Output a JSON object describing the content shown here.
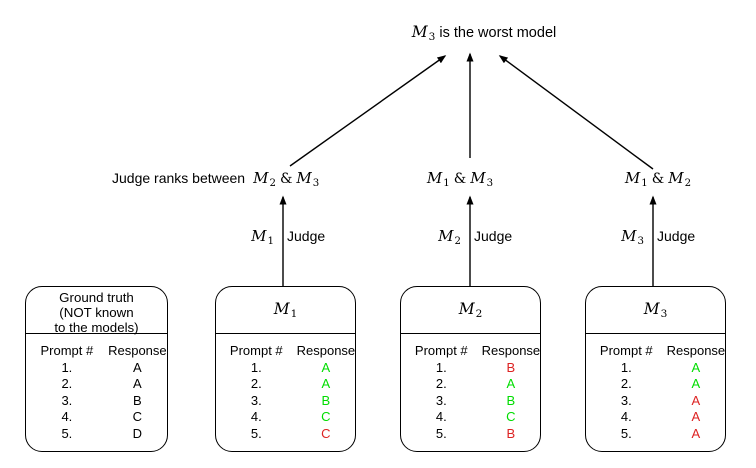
{
  "colors": {
    "correct": "#00dd00",
    "incorrect": "#dd2222",
    "neutral": "#000000"
  },
  "conclusion": {
    "model": "M",
    "model_sub": "3",
    "text": "is the worst model"
  },
  "comparisons": [
    {
      "prefix": "Judge ranks between",
      "model_a": "M",
      "sub_a": "2",
      "amp": "&",
      "model_b": "M",
      "sub_b": "3"
    },
    {
      "prefix": "",
      "model_a": "M",
      "sub_a": "1",
      "amp": "&",
      "model_b": "M",
      "sub_b": "3"
    },
    {
      "prefix": "",
      "model_a": "M",
      "sub_a": "1",
      "amp": "&",
      "model_b": "M",
      "sub_b": "2"
    }
  ],
  "judges": [
    {
      "model": "M",
      "sub": "1",
      "label": "Judge"
    },
    {
      "model": "M",
      "sub": "2",
      "label": "Judge"
    },
    {
      "model": "M",
      "sub": "3",
      "label": "Judge"
    }
  ],
  "boxes": {
    "ground_truth": {
      "title_lines": [
        "Ground truth",
        "(NOT known",
        "to the models)"
      ],
      "col_prompt": "Prompt #",
      "col_response": "Response",
      "rows": [
        {
          "num": "1.",
          "resp": "A",
          "color": "#000000"
        },
        {
          "num": "2.",
          "resp": "A",
          "color": "#000000"
        },
        {
          "num": "3.",
          "resp": "B",
          "color": "#000000"
        },
        {
          "num": "4.",
          "resp": "C",
          "color": "#000000"
        },
        {
          "num": "5.",
          "resp": "D",
          "color": "#000000"
        }
      ]
    },
    "m1": {
      "model": "M",
      "sub": "1",
      "col_prompt": "Prompt #",
      "col_response": "Response",
      "rows": [
        {
          "num": "1.",
          "resp": "A",
          "color": "#00dd00"
        },
        {
          "num": "2.",
          "resp": "A",
          "color": "#00dd00"
        },
        {
          "num": "3.",
          "resp": "B",
          "color": "#00dd00"
        },
        {
          "num": "4.",
          "resp": "C",
          "color": "#00dd00"
        },
        {
          "num": "5.",
          "resp": "C",
          "color": "#dd2222"
        }
      ]
    },
    "m2": {
      "model": "M",
      "sub": "2",
      "col_prompt": "Prompt #",
      "col_response": "Response",
      "rows": [
        {
          "num": "1.",
          "resp": "B",
          "color": "#dd2222"
        },
        {
          "num": "2.",
          "resp": "A",
          "color": "#00dd00"
        },
        {
          "num": "3.",
          "resp": "B",
          "color": "#00dd00"
        },
        {
          "num": "4.",
          "resp": "C",
          "color": "#00dd00"
        },
        {
          "num": "5.",
          "resp": "B",
          "color": "#dd2222"
        }
      ]
    },
    "m3": {
      "model": "M",
      "sub": "3",
      "col_prompt": "Prompt #",
      "col_response": "Response",
      "rows": [
        {
          "num": "1.",
          "resp": "A",
          "color": "#00dd00"
        },
        {
          "num": "2.",
          "resp": "A",
          "color": "#00dd00"
        },
        {
          "num": "3.",
          "resp": "A",
          "color": "#dd2222"
        },
        {
          "num": "4.",
          "resp": "A",
          "color": "#dd2222"
        },
        {
          "num": "5.",
          "resp": "A",
          "color": "#dd2222"
        }
      ]
    }
  }
}
